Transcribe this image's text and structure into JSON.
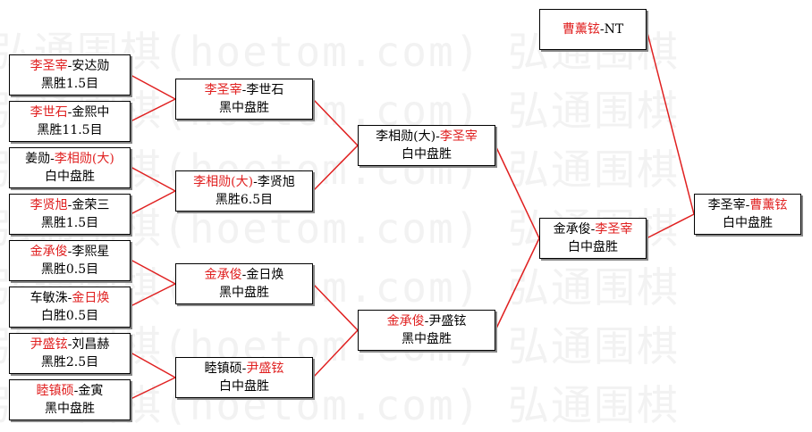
{
  "watermark": [
    "弘通围棋(hoetom.com) 弘通围棋",
    "弘通围棋(hoetom.com) 弘通围棋",
    "弘通围棋(hoetom.com) 弘通围棋",
    "弘通围棋(hoetom.com) 弘通围棋",
    "弘通围棋(hoetom.com) 弘通围棋",
    "弘通围棋(hoetom.com) 弘通围棋",
    "弘通围棋(hoetom.com) 弘通围棋"
  ],
  "colors": {
    "winner": "#e02020",
    "line": "#e02020",
    "text": "#000000"
  },
  "matches": {
    "r1_1": {
      "p1": "李圣宰",
      "sep": "-",
      "p2": "安达勋",
      "winner": "p1",
      "result": "黑胜1.5目"
    },
    "r1_2": {
      "p1": "李世石",
      "sep": "-",
      "p2": "金熙中",
      "winner": "p1",
      "result": "黑胜11.5目"
    },
    "r1_3": {
      "p1": "姜勋",
      "sep": "-",
      "p2": "李相勋(大)",
      "winner": "p2",
      "result": "白中盘胜"
    },
    "r1_4": {
      "p1": "李贤旭",
      "sep": "-",
      "p2": "金荣三",
      "winner": "p1",
      "result": "黑胜1.5目"
    },
    "r1_5": {
      "p1": "金承俊",
      "sep": "-",
      "p2": "李熙星",
      "winner": "p1",
      "result": "黑胜0.5目"
    },
    "r1_6": {
      "p1": "车敏洙",
      "sep": "-",
      "p2": "金日焕",
      "winner": "p2",
      "result": "白胜0.5目"
    },
    "r1_7": {
      "p1": "尹盛铉",
      "sep": "-",
      "p2": "刘昌赫",
      "winner": "p1",
      "result": "黑胜2.5目"
    },
    "r1_8": {
      "p1": "睦镇硕",
      "sep": "-",
      "p2": "金寅",
      "winner": "p1",
      "result": "黑中盘胜"
    },
    "r2_1": {
      "p1": "李圣宰",
      "sep": "-",
      "p2": "李世石",
      "winner": "p1",
      "result": "黑中盘胜"
    },
    "r2_2": {
      "p1": "李相勋(大)",
      "sep": "-",
      "p2": "李贤旭",
      "winner": "p1",
      "result": "黑胜6.5目"
    },
    "r2_3": {
      "p1": "金承俊",
      "sep": "-",
      "p2": "金日焕",
      "winner": "p1",
      "result": "黑中盘胜"
    },
    "r2_4": {
      "p1": "睦镇硕",
      "sep": "-",
      "p2": "尹盛铉",
      "winner": "p2",
      "result": "白中盘胜"
    },
    "r3_1": {
      "p1": "李相勋(大)",
      "sep": "-",
      "p2": "李圣宰",
      "winner": "p2",
      "result": "白中盘胜"
    },
    "r3_2": {
      "p1": "金承俊",
      "sep": "-",
      "p2": "尹盛铉",
      "winner": "p1",
      "result": "黑中盘胜"
    },
    "sf": {
      "p1": "金承俊",
      "sep": "-",
      "p2": "李圣宰",
      "winner": "p2",
      "result": "白中盘胜"
    },
    "bye": {
      "p1": "曹薰铉",
      "sep": "-",
      "p2": "NT",
      "winner": "p1",
      "result": ""
    },
    "final": {
      "p1": "李圣宰",
      "sep": "-",
      "p2": "曹薰铉",
      "winner": "p2",
      "result": "白中盘胜"
    }
  }
}
